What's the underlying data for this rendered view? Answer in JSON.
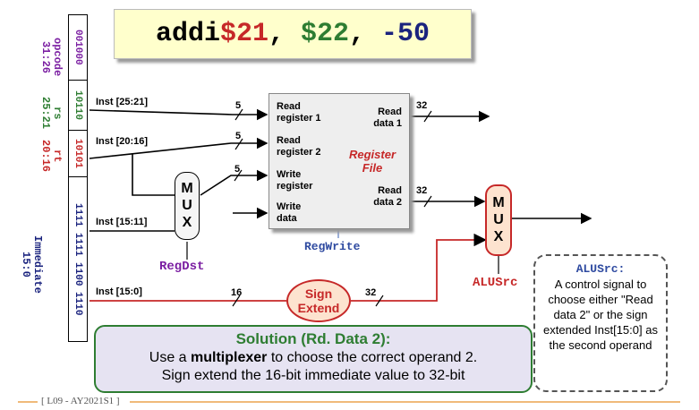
{
  "title": {
    "mnemonic": "addi",
    "rt_reg": "$21",
    "rs_reg": "$22",
    "imm": "-50"
  },
  "fields": {
    "opcode": {
      "name": "opcode",
      "range": "31:26",
      "bits": "001000",
      "color": "#7b1fa2"
    },
    "rs": {
      "name": "rs",
      "range": "25:21",
      "bits": "10110",
      "color": "#2e7d32"
    },
    "rt": {
      "name": "rt",
      "range": "20:16",
      "bits": "10101",
      "color": "#c62828"
    },
    "imm": {
      "name": "Immediate",
      "range": "15:0",
      "bits": "1111 1111 1100 1110",
      "color": "#1a237e"
    }
  },
  "wires": {
    "inst_25_21": "Inst [25:21]",
    "inst_20_16": "Inst [20:16]",
    "inst_15_11": "Inst [15:11]",
    "inst_15_0": "Inst [15:0]",
    "w5a": "5",
    "w5b": "5",
    "w5c": "5",
    "w32a": "32",
    "w32b": "32",
    "w16": "16",
    "w32c": "32"
  },
  "register_file": {
    "read_reg1": "Read register 1",
    "read_reg2": "Read register 2",
    "write_reg": "Write register",
    "write_data": "Write data",
    "read_data1": "Read data 1",
    "read_data2": "Read data 2",
    "name": "Register File",
    "control": "RegWrite"
  },
  "mux": {
    "letters": [
      "M",
      "U",
      "X"
    ]
  },
  "regdst": "RegDst",
  "alusrc": "ALUSrc",
  "sign_extend": "Sign Extend",
  "solution": {
    "title_pre": "Solution (",
    "title_mid": "Rd. Data 2",
    "title_post": "):",
    "line1_pre": "Use a ",
    "line1_bold": "multiplexer",
    "line1_post": " to choose the correct operand 2.",
    "line2": "Sign extend the 16-bit immediate value to 32-bit"
  },
  "note": {
    "title": "ALUSrc:",
    "body": "A control signal to choose either \"Read data 2\" or the sign extended Inst[15:0] as the second operand"
  },
  "footer": "[ L09 - AY2021S1 ]",
  "colors": {
    "accent_red": "#c62828",
    "orange": "#e8902a",
    "green": "#2e7d32",
    "purple": "#7b1fa2"
  }
}
